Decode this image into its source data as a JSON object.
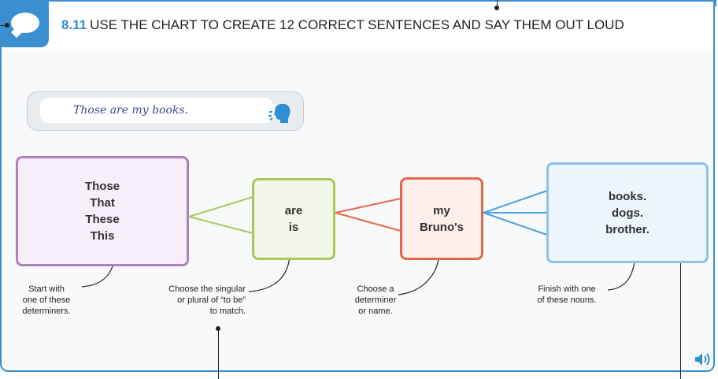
{
  "header": {
    "number": "8.11",
    "title": "USE THE CHART TO CREATE 12 CORRECT SENTENCES AND SAY THEM OUT LOUD"
  },
  "example": {
    "sentence": "Those are my books."
  },
  "chart": {
    "determiners": [
      "Those",
      "That",
      "These",
      "This"
    ],
    "verbs": [
      "are",
      "is"
    ],
    "possessives": [
      "my",
      "Bruno's"
    ],
    "nouns": [
      "books.",
      "dogs.",
      "brother."
    ]
  },
  "notes": {
    "determiners": [
      "Start with",
      "one of these",
      "determiners."
    ],
    "verbs": [
      "Choose the singular",
      "or plural of “to be”",
      "to match."
    ],
    "possessives": [
      "Choose a",
      "determiner",
      "or name."
    ],
    "nouns": [
      "Finish with one",
      "of these nouns."
    ]
  },
  "colors": {
    "accent": "#3a8fd0",
    "number": "#2f8fd3",
    "determiners": "#b07fbf",
    "verbs": "#a6c95a",
    "possessives": "#e4694b",
    "nouns": "#8ec1ea"
  },
  "icons": [
    "speech-bubble-icon",
    "speaking-head-icon",
    "audio-speaker-icon"
  ]
}
